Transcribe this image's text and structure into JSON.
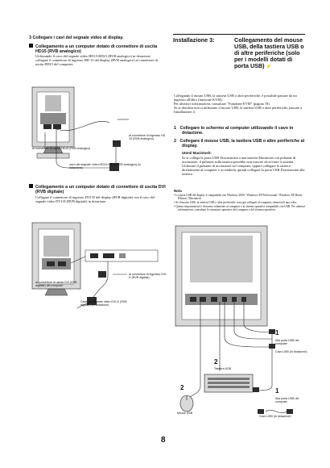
{
  "left": {
    "step3": "3   Collegare i cavi del segnale video al display.",
    "sectionA": {
      "title": "Collegamento a un computer dotato di connettore di uscita HD15 (RVB analogico)",
      "body": "Utilizzando il cavo del segnale video HD15-HD15 (RVB analogico) in dotazione, collegare il connettore di ingresso HD 15 del display (RVB analogico) al connettore di uscita HD15 del computer.",
      "fig": {
        "in_label": "al connettore di ingresso HD 15 (RVB analogico)",
        "out_label": "al connettore di uscita HD15 (RVB analogico)",
        "cable_label": "cavo del segnale video HD15-HD15 (RVB analogico) (in dotazione)"
      }
    },
    "sectionB": {
      "title": "Collegamento a un computer dotato di connettore di uscita DVI (RVB digitale)",
      "body": "Collegare il connettore di ingresso DVI-D del display (RVB digitale) con il cavo del segnale video DVI-D (RVB digitale) in dotazione.",
      "fig": {
        "in_label": "al connettore di ingresso DVI-D (RVB digitale)",
        "out_label": "al connettore di uscita DVI (RVB digitale) del computer",
        "cable_label": "Cavo del segnale video DVI-D (RVB digitale) (in dotazione)"
      }
    }
  },
  "right": {
    "install_label": "Installazione 3:",
    "install_title": "Collegamento del mouse USB, della tastiera USB o di altre periferiche (solo per i modelli dotati di porta USB)",
    "intro1": "Collegando il mouse USB, la tastiera USB o altre periferiche, è possibile passare da un ingresso all'altro (funzione KVM).",
    "intro2": "Per ulteriori informazioni, consultare \"Funzione KVM\" (pagina 18).",
    "intro3": "Se si desidera non si utilizzano il mouse USB, la tastiera USB o altre periferiche, passare a Installazione 4.",
    "step1": "Collegare lo schermo al computer utilizzando il cavo in dotazione.",
    "step2": "Collegare il mouse USB, la tastiera USB o altre periferiche al display.",
    "mac_title": "Utenti Macintosh:",
    "mac_body": "Se si collega la porta USB Downstream a una tastiera Macintosh con pulsante di accensione, il pulsante sulla tastiera potrebbe non riuscire ad avviare il sistema. Utilizzare il pulsante di accensione sul computer, oppure collegare la tastiera direttamente al computer e accenderla, quindi collegare la porta USB Downstream alla tastiera.",
    "note_title": "Nota",
    "notes": [
      "La porta USB del display è compatibile con Windows 2000 / Windows XP Professional / Windows XP Home Edition / Macintosh.",
      "Se il mouse USB, la tastiera USB o altre periferiche sono già collegati al computer, rimuoverli una volta.",
      "Questo impostazione è di norma solamente ai computer o ai sistemi operativi compatibili con USB. Per ulteriori informazioni, consultare le istruzioni operative del computer e del sistema operativo."
    ],
    "fig": {
      "n1a": "1",
      "up1": "Alla porta USB del computer",
      "usb_cable1": "Cavo USB (in dotazione)",
      "n2": "2",
      "keyboard": "Tastiera USB",
      "n2b": "2",
      "mouse": "Mouse USB",
      "n1b": "1",
      "up2": "Alla porta USB del computer",
      "usb_cable2": "Cavo USB (in dotazione)"
    }
  },
  "page_number": "8"
}
